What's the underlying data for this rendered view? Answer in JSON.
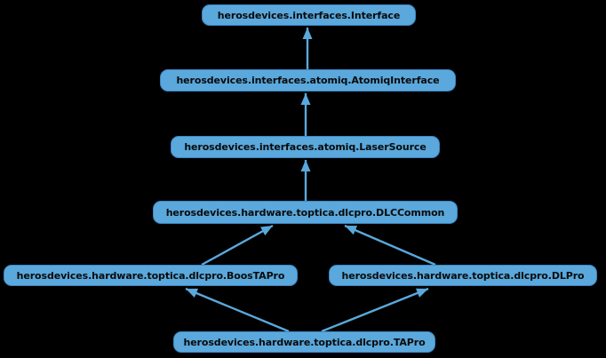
{
  "diagram": {
    "type": "inheritance-diagram",
    "background_color": "#000000",
    "node_fill_color": "#5aa8dc",
    "node_border_color": "#3d87c5",
    "arrow_color": "#5aa8dc",
    "text_color": "#0a0a0a",
    "nodes": [
      {
        "id": "interface",
        "label": "herosdevices.interfaces.Interface"
      },
      {
        "id": "atomiq-interface",
        "label": "herosdevices.interfaces.atomiq.AtomiqInterface"
      },
      {
        "id": "laser-source",
        "label": "herosdevices.interfaces.atomiq.LaserSource"
      },
      {
        "id": "dlc-common",
        "label": "herosdevices.hardware.toptica.dlcpro.DLCCommon"
      },
      {
        "id": "boostapro",
        "label": "herosdevices.hardware.toptica.dlcpro.BoosTAPro"
      },
      {
        "id": "dlpro",
        "label": "herosdevices.hardware.toptica.dlcpro.DLPro"
      },
      {
        "id": "tapro",
        "label": "herosdevices.hardware.toptica.dlcpro.TAPro"
      }
    ],
    "edges": [
      {
        "from": "atomiq-interface",
        "to": "interface"
      },
      {
        "from": "laser-source",
        "to": "atomiq-interface"
      },
      {
        "from": "dlc-common",
        "to": "laser-source"
      },
      {
        "from": "boostapro",
        "to": "dlc-common"
      },
      {
        "from": "dlpro",
        "to": "dlc-common"
      },
      {
        "from": "tapro",
        "to": "boostapro"
      },
      {
        "from": "tapro",
        "to": "dlpro"
      }
    ]
  }
}
